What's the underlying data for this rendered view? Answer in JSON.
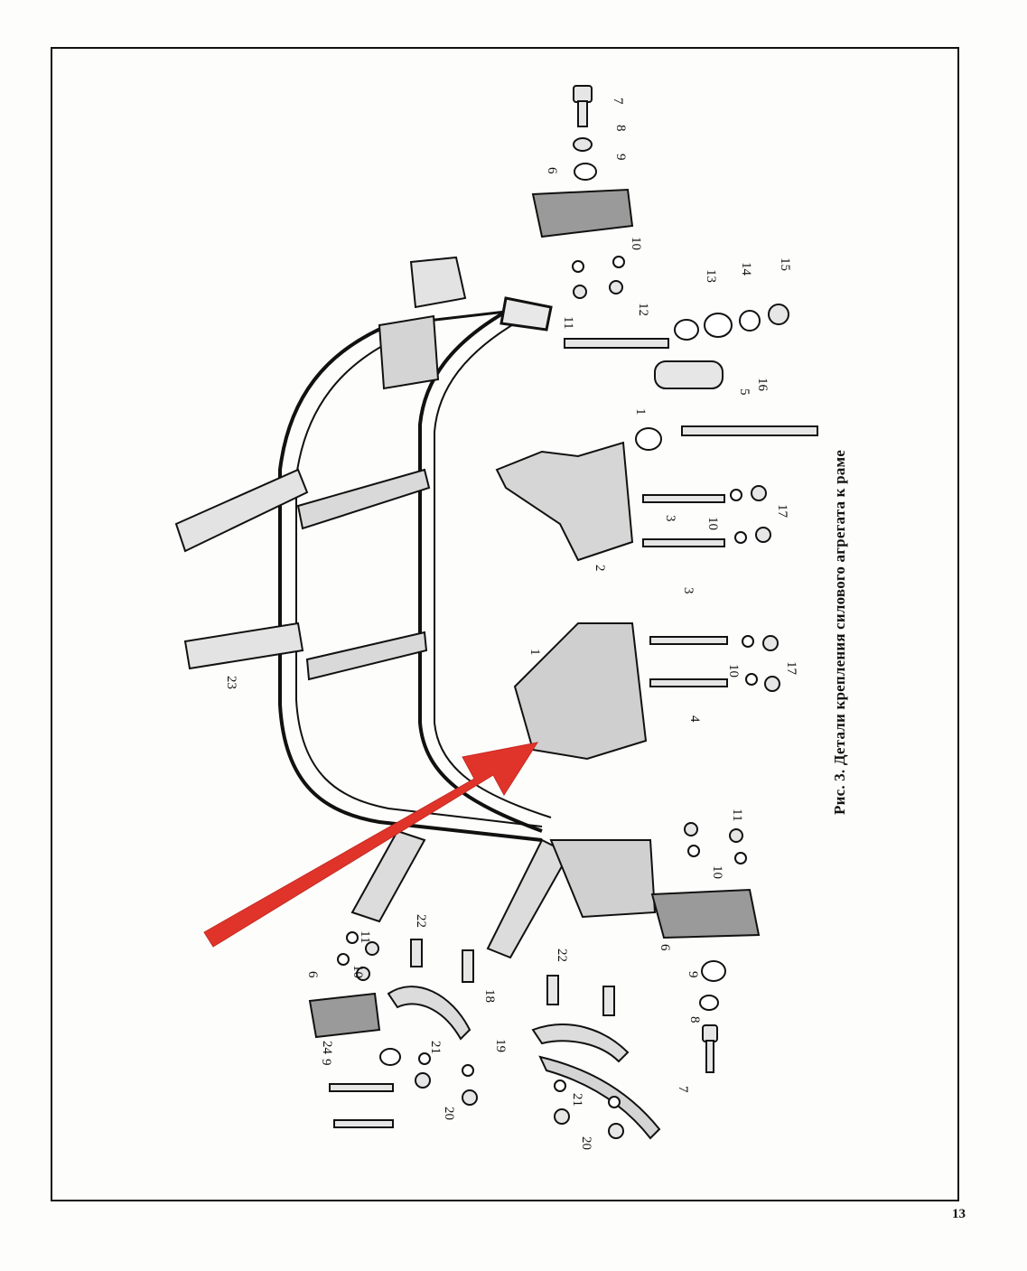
{
  "caption": "Рис. 3. Детали крепления силового агрегата к раме",
  "page_number": "13",
  "part_labels": [
    "7",
    "8",
    "9",
    "6",
    "10",
    "11",
    "12",
    "13",
    "14",
    "15",
    "5",
    "16",
    "1",
    "3",
    "10",
    "17",
    "2",
    "3",
    "1",
    "4",
    "10",
    "17",
    "23",
    "11",
    "10",
    "6",
    "9",
    "8",
    "7",
    "22",
    "22",
    "18",
    "19",
    "21",
    "20",
    "21",
    "20",
    "24",
    "9",
    "6",
    "10",
    "11"
  ],
  "colors": {
    "ink": "#111111",
    "arrow": "#e0342a"
  }
}
